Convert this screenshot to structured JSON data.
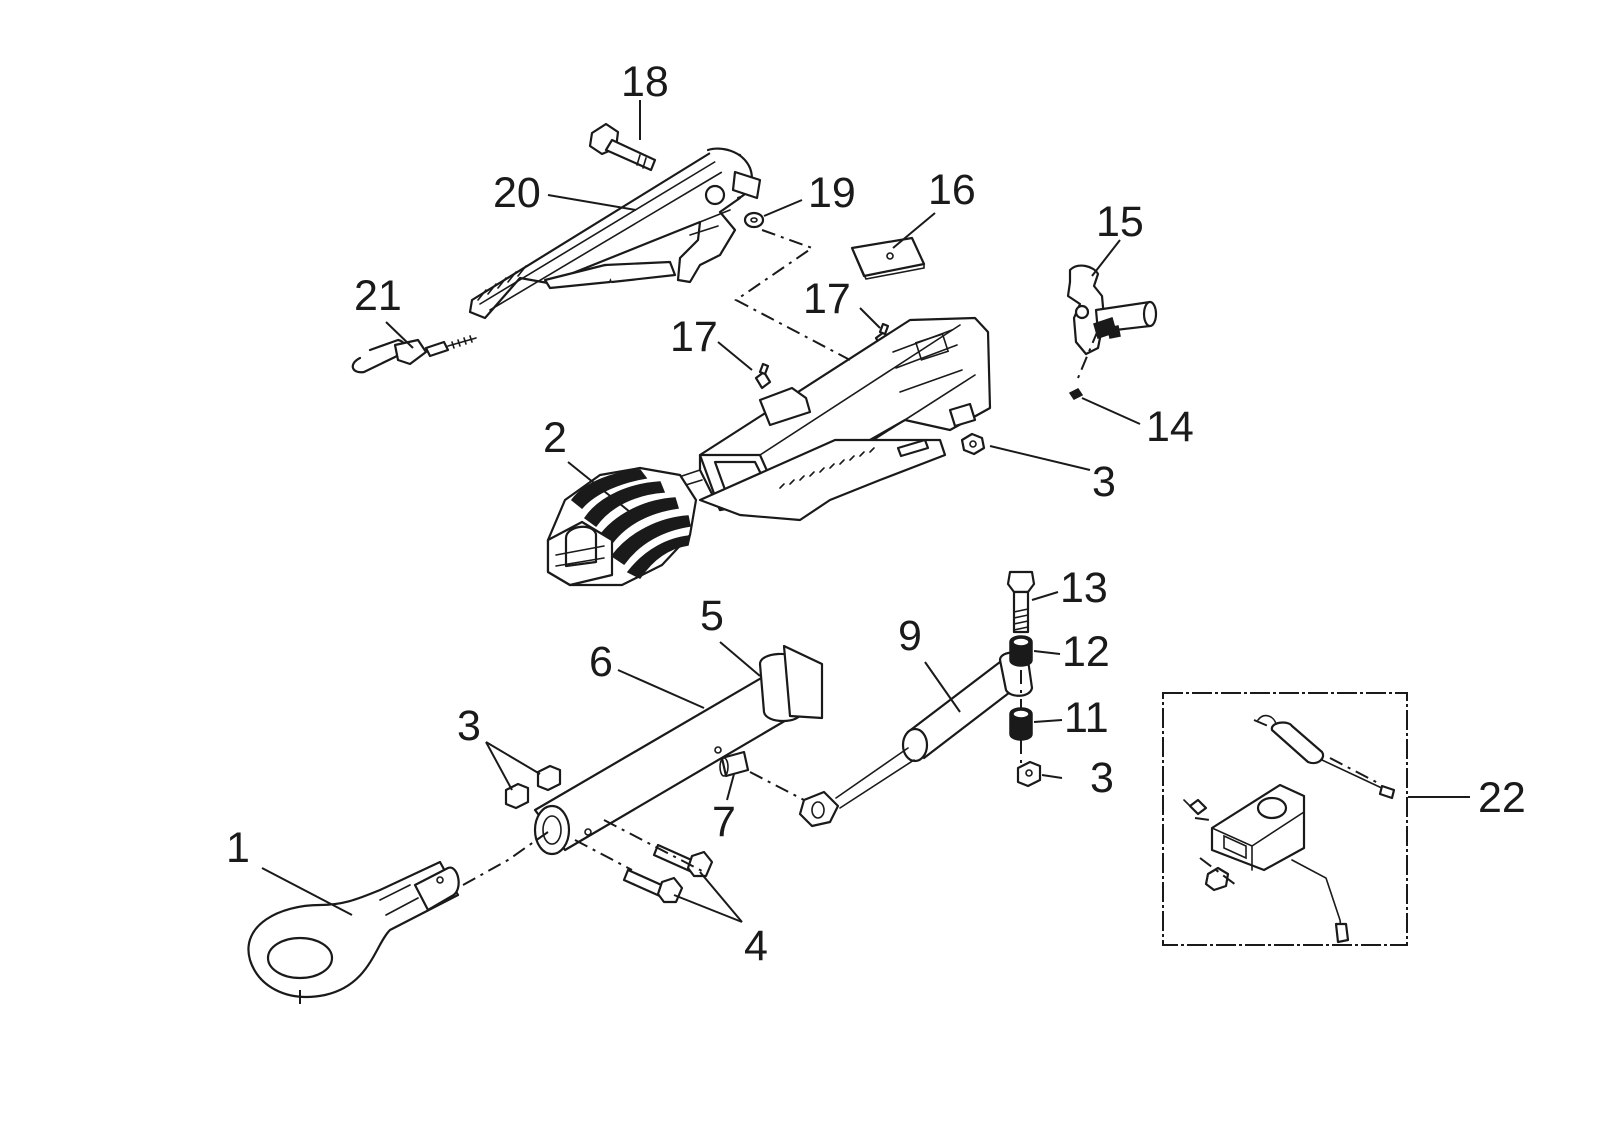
{
  "callouts": [
    "1",
    "2",
    "3",
    "4",
    "5",
    "6",
    "7",
    "9",
    "11",
    "12",
    "13",
    "14",
    "15",
    "16",
    "17",
    "18",
    "19",
    "20",
    "21",
    "22"
  ],
  "colors": {
    "ink": "#1a1a1a",
    "background": "#ffffff"
  }
}
